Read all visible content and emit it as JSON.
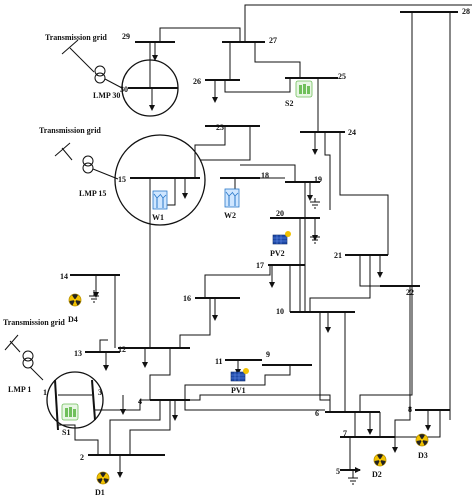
{
  "grid": {
    "transmission_label": "Transmission grid",
    "lmp_labels": [
      "LMP 30",
      "LMP 15",
      "LMP 1"
    ]
  },
  "buses": [
    "1",
    "2",
    "3",
    "4",
    "5",
    "6",
    "7",
    "8",
    "9",
    "10",
    "11",
    "12",
    "13",
    "14",
    "15",
    "16",
    "17",
    "18",
    "19",
    "20",
    "21",
    "22",
    "23",
    "24",
    "25",
    "26",
    "27",
    "28",
    "29",
    "30"
  ],
  "components": {
    "wind": [
      "W1",
      "W2"
    ],
    "pv": [
      "PV1",
      "PV2"
    ],
    "storage": [
      "S1",
      "S2"
    ],
    "diesel": [
      "D1",
      "D2",
      "D3",
      "D4"
    ]
  },
  "colors": {
    "line": "#111111",
    "pv_blue": "#1f4aa8",
    "wind_blue": "#2a78c8",
    "diesel_yellow": "#f2c200",
    "storage_green": "#6fbf5a"
  }
}
